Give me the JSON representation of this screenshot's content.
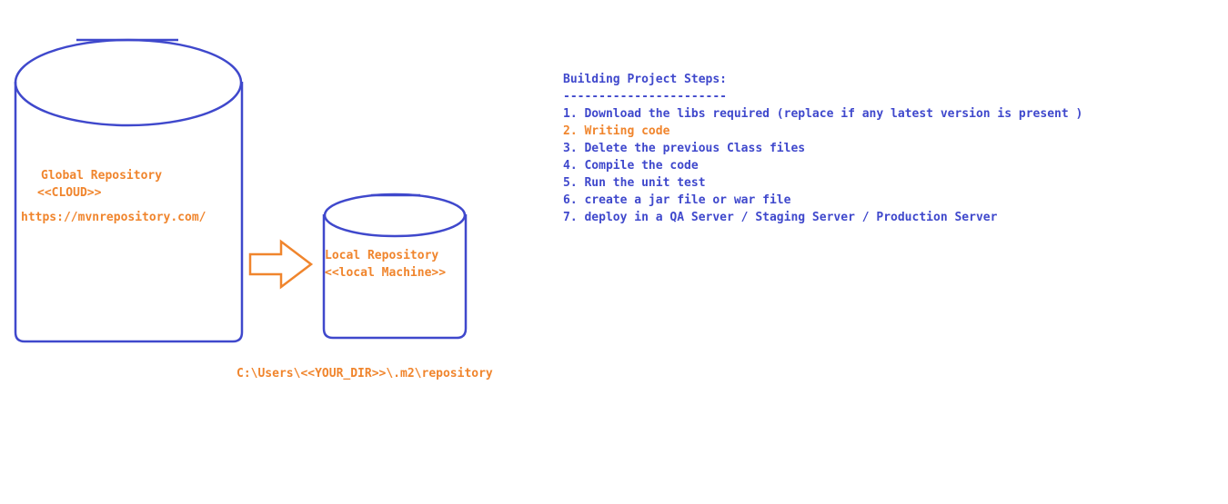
{
  "colors": {
    "shape_stroke": "#3f48cc",
    "arrow_stroke": "#f0852d",
    "label_text": "#f0852d",
    "steps_text": "#3f48cc",
    "highlight_step": "#f0852d"
  },
  "global_repo": {
    "title": "Global Repository",
    "subtitle": "<<CLOUD>>",
    "url": "https://mvnrepository.com/"
  },
  "arrow": {
    "icon": "right-arrow-icon"
  },
  "local_repo": {
    "title": "Local Repository",
    "subtitle": "<<local Machine>>",
    "path": "C:\\Users\\<<YOUR_DIR>>\\.m2\\repository"
  },
  "steps": {
    "title": "Building Project Steps:",
    "divider": "-----------------------",
    "items": [
      {
        "text": "1. Download the libs required (replace if any latest version is present )",
        "highlight": false
      },
      {
        "text": "2. Writing code",
        "highlight": true
      },
      {
        "text": "3. Delete the previous Class files",
        "highlight": false
      },
      {
        "text": "4. Compile the code",
        "highlight": false
      },
      {
        "text": "5. Run the unit test",
        "highlight": false
      },
      {
        "text": "6. create a jar file or war file",
        "highlight": false
      },
      {
        "text": "7. deploy in a QA Server / Staging Server / Production Server",
        "highlight": false
      }
    ]
  }
}
